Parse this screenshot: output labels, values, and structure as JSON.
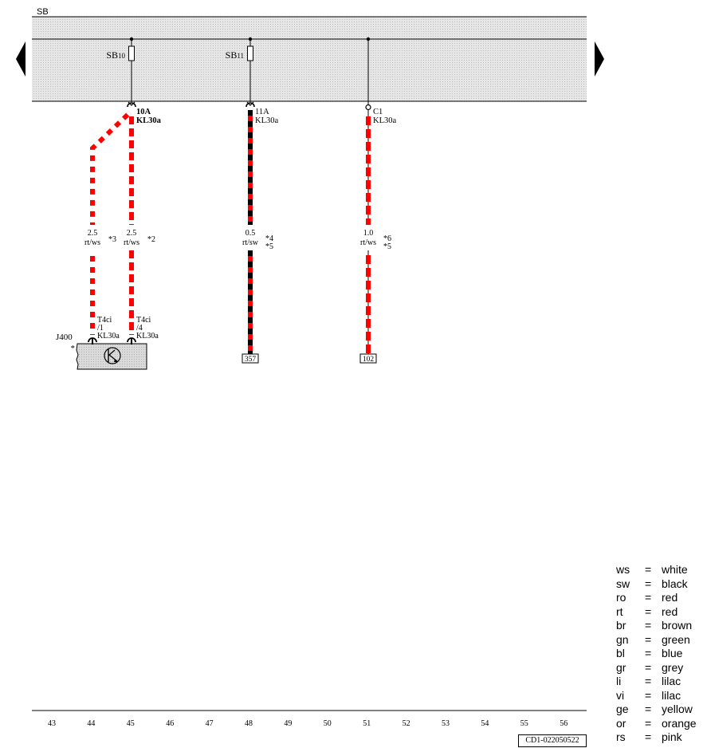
{
  "header": {
    "title": "SB"
  },
  "fuses": [
    {
      "id": "SB10",
      "prefix": "SB",
      "number": "10"
    },
    {
      "id": "SB11",
      "prefix": "SB",
      "number": "11"
    }
  ],
  "pins": [
    {
      "label": "10A",
      "terminal": "KL30a"
    },
    {
      "label": "11A",
      "terminal": "KL30a"
    },
    {
      "label": "C1",
      "terminal": "KL30a"
    }
  ],
  "wires": [
    {
      "size": "2.5",
      "color_code": "rt/ws",
      "note": "*3"
    },
    {
      "size": "2.5",
      "color_code": "rt/ws",
      "note": "*2"
    },
    {
      "size": "0.5",
      "color_code": "rt/sw",
      "note": "*4",
      "note2": "*5"
    },
    {
      "size": "1.0",
      "color_code": "rt/ws",
      "note": "*6",
      "note2": "*5"
    }
  ],
  "connectors": [
    {
      "name": "T4ci",
      "pin": "/1",
      "terminal": "KL30a"
    },
    {
      "name": "T4ci",
      "pin": "/4",
      "terminal": "KL30a"
    }
  ],
  "component": {
    "id": "J400",
    "note": "*"
  },
  "refs": [
    "357",
    "102"
  ],
  "columns": [
    "43",
    "44",
    "45",
    "46",
    "47",
    "48",
    "49",
    "50",
    "51",
    "52",
    "53",
    "54",
    "55",
    "56"
  ],
  "doc_id": "CD1-022050522",
  "legend": [
    {
      "abbr": "ws",
      "eq": "=",
      "color": "white"
    },
    {
      "abbr": "sw",
      "eq": "=",
      "color": "black"
    },
    {
      "abbr": "ro",
      "eq": "=",
      "color": "red"
    },
    {
      "abbr": "rt",
      "eq": "=",
      "color": "red"
    },
    {
      "abbr": "br",
      "eq": "=",
      "color": "brown"
    },
    {
      "abbr": "gn",
      "eq": "=",
      "color": "green"
    },
    {
      "abbr": "bl",
      "eq": "=",
      "color": "blue"
    },
    {
      "abbr": "gr",
      "eq": "=",
      "color": "grey"
    },
    {
      "abbr": "li",
      "eq": "=",
      "color": "lilac"
    },
    {
      "abbr": "vi",
      "eq": "=",
      "color": "lilac"
    },
    {
      "abbr": "ge",
      "eq": "=",
      "color": "yellow"
    },
    {
      "abbr": "or",
      "eq": "=",
      "color": "orange"
    },
    {
      "abbr": "rs",
      "eq": "=",
      "color": "pink"
    }
  ],
  "colors": {
    "red": "#ff0000",
    "white": "#ffffff",
    "black": "#000000",
    "band": "#e0e0e0",
    "component": "#d8d8d8"
  }
}
